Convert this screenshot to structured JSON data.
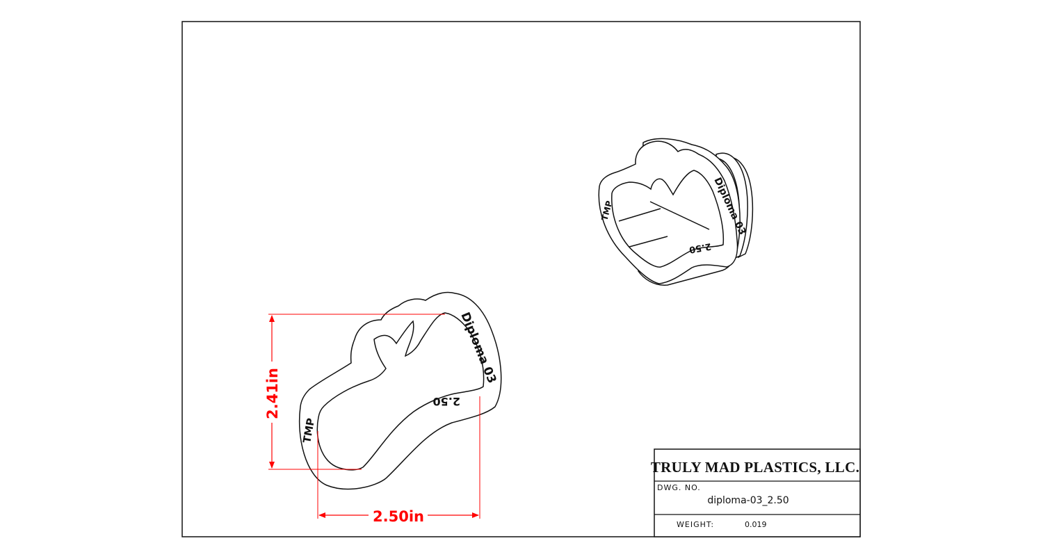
{
  "title_block": {
    "company": "TRULY MAD PLASTICS, LLC.",
    "dwg_no_label": "DWG. NO.",
    "dwg_no_value": "diploma-03_2.50",
    "weight_label": "WEIGHT:",
    "weight_value": "0.019"
  },
  "dimensions": {
    "height": "2.41in",
    "width": "2.50in"
  },
  "engravings": {
    "brand": "TMP",
    "name": "Diploma 03",
    "size": "2.50"
  },
  "colors": {
    "dimension": "#ff0000",
    "line": "#111111",
    "background": "#ffffff"
  }
}
